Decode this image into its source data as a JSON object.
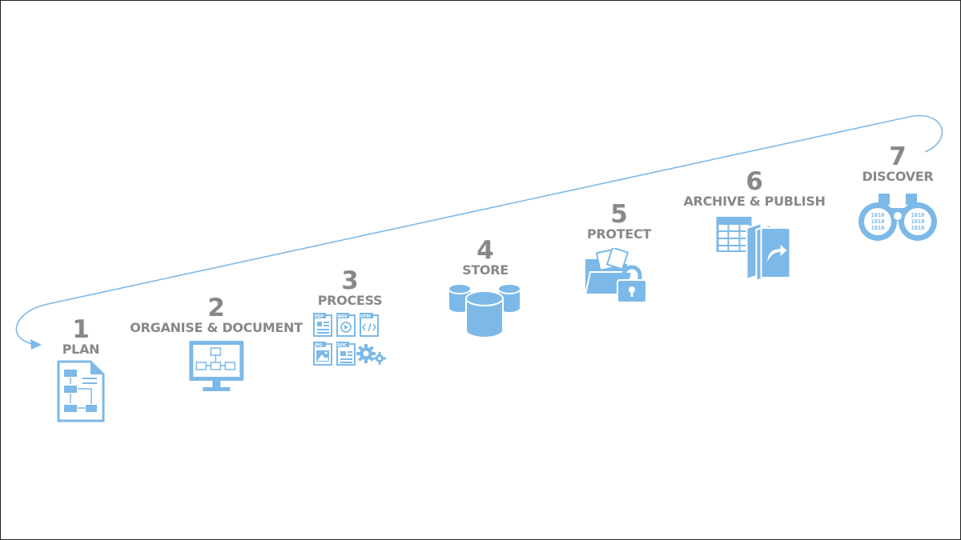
{
  "diagram": {
    "accent_color": "#7cb9e8",
    "text_color": "#888888",
    "steps": [
      {
        "number": "1",
        "label": "PLAN",
        "icon": "flowchart-document-icon"
      },
      {
        "number": "2",
        "label": "ORGANISE & DOCUMENT",
        "icon": "monitor-diagram-icon"
      },
      {
        "number": "3",
        "label": "PROCESS",
        "icon": "file-formats-icon"
      },
      {
        "number": "4",
        "label": "STORE",
        "icon": "database-icon"
      },
      {
        "number": "5",
        "label": "PROTECT",
        "icon": "locked-folder-icon"
      },
      {
        "number": "6",
        "label": "ARCHIVE & PUBLISH",
        "icon": "table-and-books-icon"
      },
      {
        "number": "7",
        "label": "DISCOVER",
        "icon": "binoculars-icon"
      }
    ],
    "file_tags": [
      "PDF",
      "WAV",
      "HTM",
      "JPG",
      "DOC"
    ],
    "binary_text": "1010"
  }
}
